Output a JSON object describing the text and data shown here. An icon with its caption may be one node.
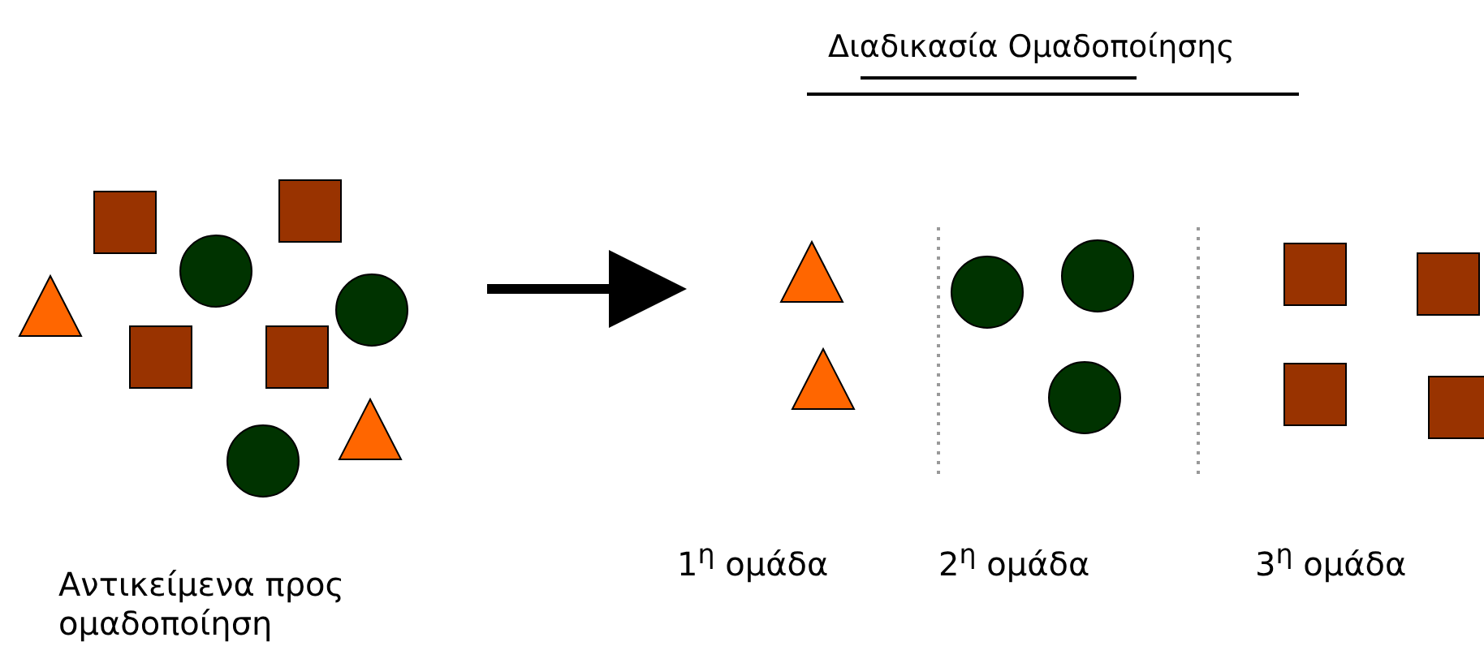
{
  "diagram": {
    "title": "Διαδικασία Ομαδοποίησης",
    "labels": [
      "Αντικείμενα προς ομαδοποίηση",
      "1$^{η}$ ομάδα",
      "2$^{η}$ ομάδα",
      "3$^{η}$ ομάδα"
    ]
  }
}
